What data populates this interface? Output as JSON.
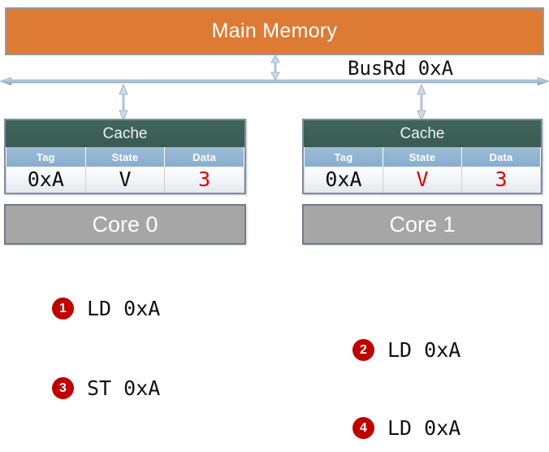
{
  "diagram": {
    "main_memory": {
      "label": "Main Memory",
      "color": "#DD7A33"
    },
    "bus": {
      "label": "BusRd 0xA",
      "connector_icon": "double-headed-arrow"
    },
    "columns": [
      {
        "cache_title": "Cache",
        "headers": [
          "Tag",
          "State",
          "Data"
        ],
        "cells": [
          {
            "value": "0xA",
            "highlight": false
          },
          {
            "value": "V",
            "highlight": false
          },
          {
            "value": "3",
            "highlight": true
          }
        ],
        "core_label": "Core 0"
      },
      {
        "cache_title": "Cache",
        "headers": [
          "Tag",
          "State",
          "Data"
        ],
        "cells": [
          {
            "value": "0xA",
            "highlight": false
          },
          {
            "value": "V",
            "highlight": true
          },
          {
            "value": "3",
            "highlight": true
          }
        ],
        "core_label": "Core 1"
      }
    ],
    "steps": [
      {
        "number": "1",
        "text": "LD 0xA"
      },
      {
        "number": "2",
        "text": "LD 0xA"
      },
      {
        "number": "3",
        "text": "ST 0xA"
      },
      {
        "number": "4",
        "text": "LD 0xA"
      }
    ],
    "colors": {
      "memory": "#DD7A33",
      "cache_header": "#3F5F57",
      "table_header": "#8FB4D0",
      "core": "#A6A6A6",
      "badge": "#C00000",
      "highlight_text": "#E00000",
      "bus_arrow": "#93AFC6"
    }
  }
}
